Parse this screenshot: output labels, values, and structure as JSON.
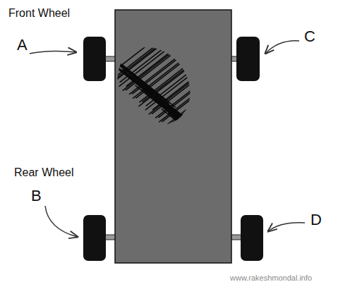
{
  "diagram": {
    "labels": [
      "Front Wheel",
      "A",
      "C",
      "Rear Wheel",
      "B",
      "D",
      "www.rakeshmondal.info"
    ]
  }
}
